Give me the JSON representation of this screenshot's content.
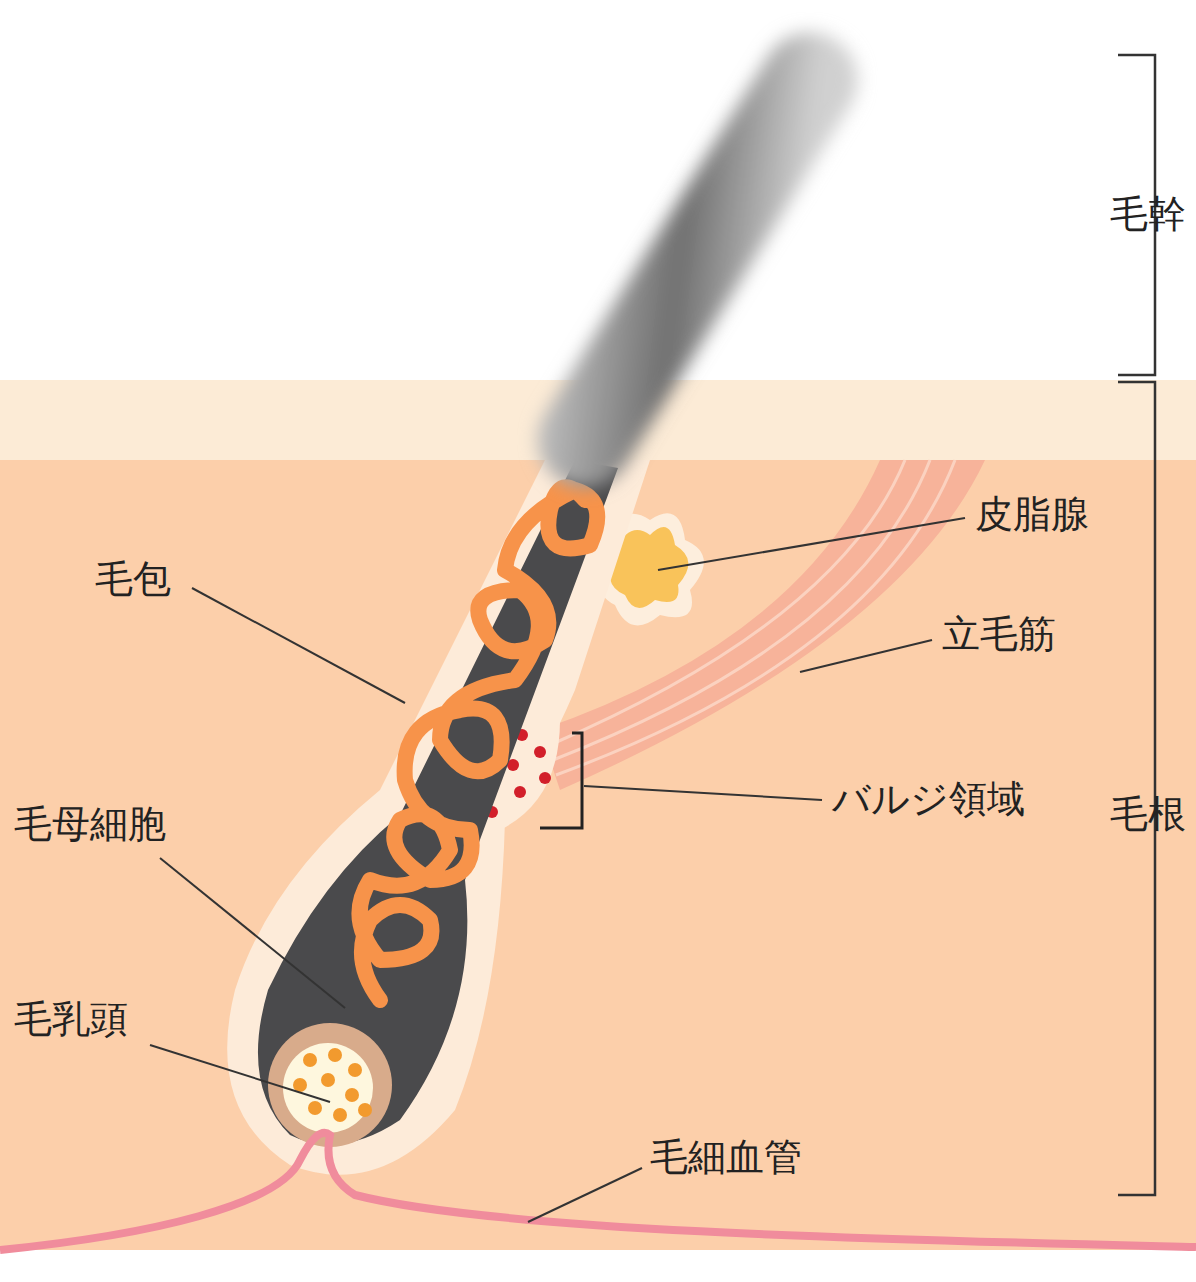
{
  "diagram": {
    "labels": [
      "毛幹",
      "皮脂腺",
      "毛包",
      "立毛筋",
      "バルジ領域",
      "毛母細胞",
      "毛根",
      "毛乳頭",
      "毛細血管"
    ]
  }
}
